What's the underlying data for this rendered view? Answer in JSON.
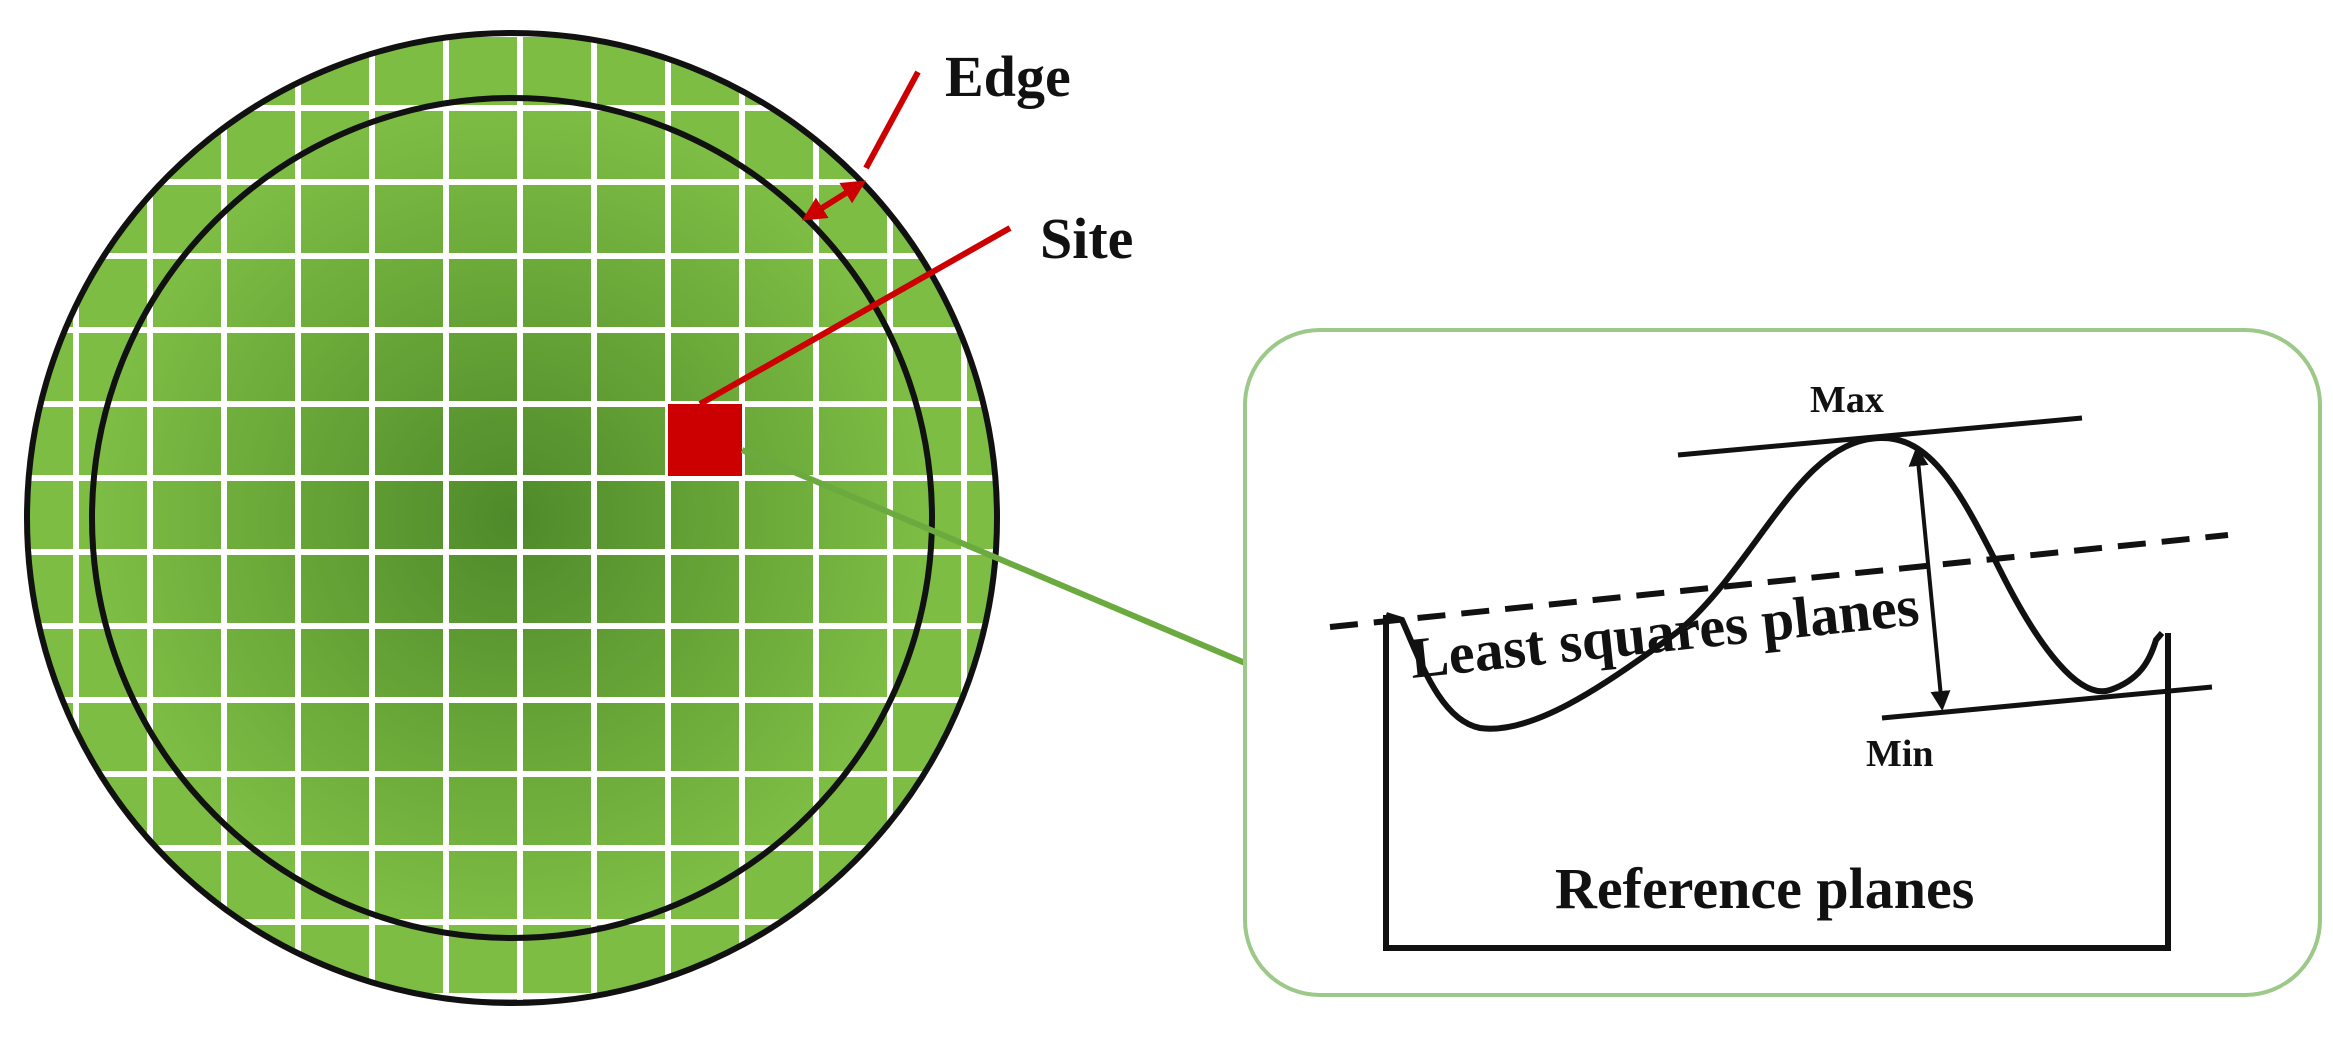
{
  "labels": {
    "edge": "Edge",
    "site": "Site",
    "max": "Max",
    "min": "Min",
    "least_squares": "Least squares planes",
    "reference": "Reference planes"
  },
  "colors": {
    "wafer_green": "#7dbd44",
    "wafer_center_green": "#4f8a2a",
    "grid_line": "#ffffff",
    "site_red": "#cc0000",
    "callout_red": "#cc0000",
    "connector_green": "#6aaa3e",
    "inset_border": "#9cc98a",
    "outline": "#111111"
  }
}
